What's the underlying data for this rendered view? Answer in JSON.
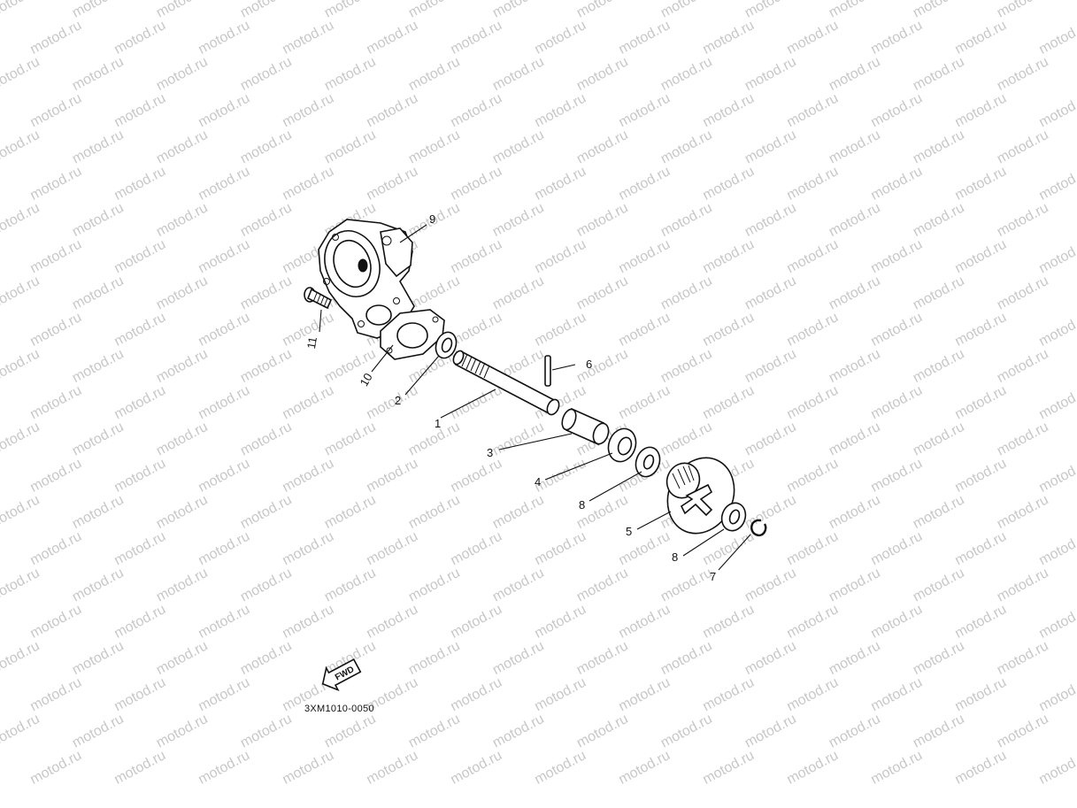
{
  "watermark": {
    "text": "motod.ru"
  },
  "diagram_code": "3XM1010-0050",
  "fwd_label": "FWD",
  "callouts": [
    {
      "id": "cam-shaft",
      "label": "1"
    },
    {
      "id": "washer-2",
      "label": "2"
    },
    {
      "id": "bushing-3",
      "label": "3"
    },
    {
      "id": "bearing-4",
      "label": "4"
    },
    {
      "id": "gear-5",
      "label": "5"
    },
    {
      "id": "pin-6",
      "label": "6"
    },
    {
      "id": "circlip-7",
      "label": "7"
    },
    {
      "id": "washer-8a",
      "label": "8"
    },
    {
      "id": "washer-8b",
      "label": "8"
    },
    {
      "id": "pump-housing-9",
      "label": "9"
    },
    {
      "id": "gasket-10",
      "label": "10"
    },
    {
      "id": "bolt-11",
      "label": "11"
    }
  ]
}
